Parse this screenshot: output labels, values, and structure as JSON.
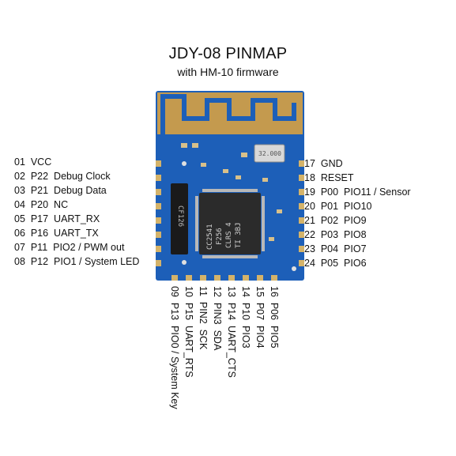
{
  "title": "JDY-08 PINMAP",
  "subtitle": "with HM-10 firmware",
  "chip_marking": [
    "CC2541",
    "F256",
    "CLRS 4",
    "TI 3BJ"
  ],
  "crystal_marking": "32.000",
  "small_ic_marking": "CF126",
  "left_pins": [
    "01  VCC",
    "02  P22  Debug Clock",
    "03  P21  Debug Data",
    "04  P20  NC",
    "05  P17  UART_RX",
    "06  P16  UART_TX",
    "07  P11  PIO2 / PWM out",
    "08  P12  PIO1 / System LED"
  ],
  "right_pins": [
    "17  GND",
    "18  RESET",
    "19  P00  PIO11 / Sensor",
    "20  P01  PIO10",
    "21  P02  PIO9",
    "22  P03  PIO8",
    "23  P04  PIO7",
    "24  P05  PIO6"
  ],
  "bottom_pins": [
    "09  P13  PIO0 / System Key",
    "10  P15  UART_RTS",
    "11  PIN2  SCK",
    "12  PIN3  SDA",
    "13  P14  UART_CTS",
    "14  P10  PIO3",
    "15  P07  PIO4",
    "16  P06  PIO5"
  ],
  "colors": {
    "pcb": "#1d5fb8",
    "pcb_dark": "#14468c",
    "antenna_gold": "#c8a85a",
    "chip": "#2a2a2a",
    "pad_gold": "#d4b36a"
  }
}
